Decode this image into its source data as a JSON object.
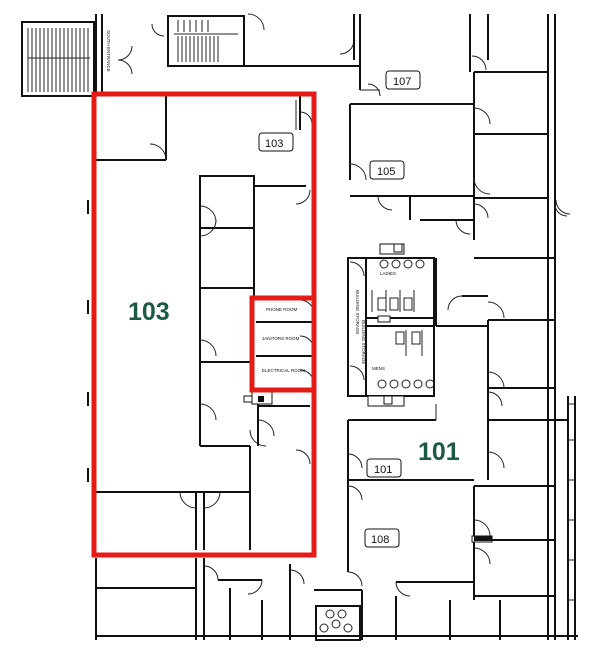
{
  "labels": {
    "room_103_big": "103",
    "room_101_big": "101",
    "room_103_tag": "103",
    "room_105_tag": "105",
    "room_107_tag": "107",
    "room_101_tag": "101",
    "room_108_tag": "108",
    "phone_room": "PHONE ROOM",
    "janitors_room": "JANITORS ROOM",
    "electrical_room": "ELECTRICAL ROOM",
    "ladies": "LADIES",
    "mens": "MENS",
    "building_storage": "BUILDING STORAGE",
    "south_entrance": "SOUTH ENTRANCE"
  },
  "colors": {
    "highlight": "#e41b17",
    "room_label": "#1d5a46",
    "walls": "#111111"
  }
}
